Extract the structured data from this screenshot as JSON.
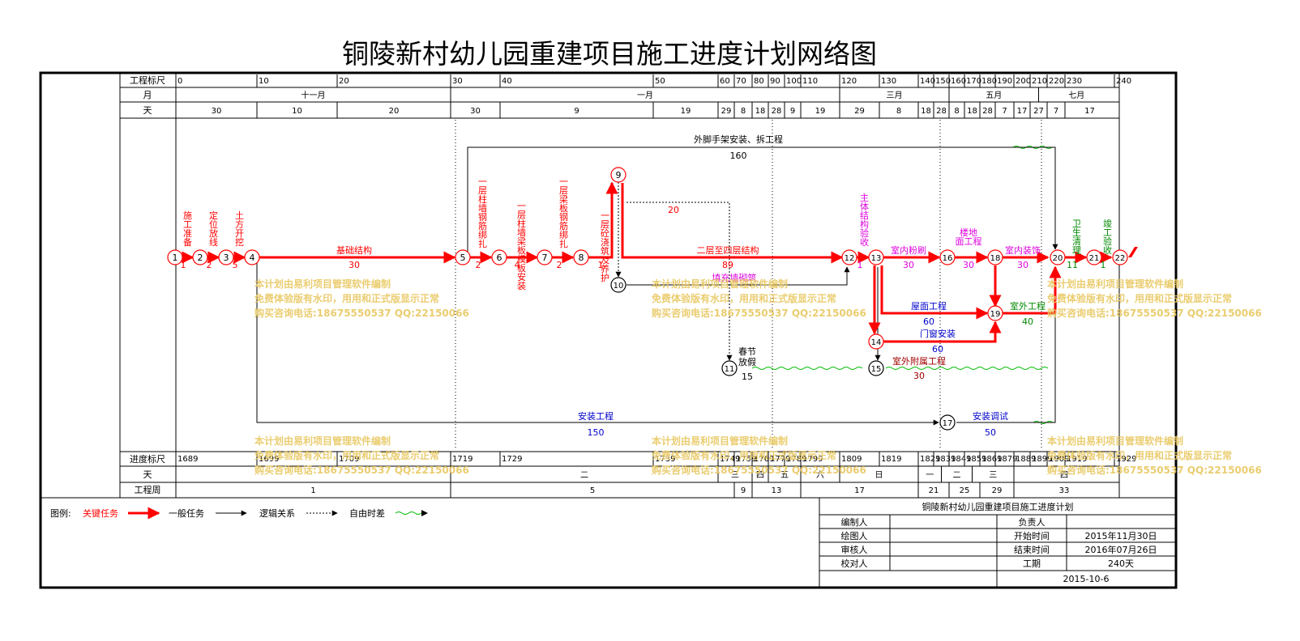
{
  "title": "铜陵新村幼儿园重建项目施工进度计划网络图",
  "row_labels": {
    "scale": "工程标尺",
    "month": "月",
    "day": "天",
    "progress": "进度标尺",
    "day2": "天",
    "week": "工程周"
  },
  "scale_ticks": [
    {
      "d": 0,
      "t": "0"
    },
    {
      "d": 10,
      "t": "10"
    },
    {
      "d": 20,
      "t": "20"
    },
    {
      "d": 30,
      "t": "30"
    },
    {
      "d": 40,
      "t": "40"
    },
    {
      "d": 50,
      "t": "50"
    },
    {
      "d": 60,
      "t": "60"
    },
    {
      "d": 70,
      "t": "70"
    },
    {
      "d": 80,
      "t": "80"
    },
    {
      "d": 90,
      "t": "90"
    },
    {
      "d": 100,
      "t": "100"
    },
    {
      "d": 110,
      "t": "110"
    },
    {
      "d": 120,
      "t": "120"
    },
    {
      "d": 130,
      "t": "130"
    },
    {
      "d": 140,
      "t": "140"
    },
    {
      "d": 150,
      "t": "150"
    },
    {
      "d": 160,
      "t": "160"
    },
    {
      "d": 170,
      "t": "170"
    },
    {
      "d": 180,
      "t": "180"
    },
    {
      "d": 190,
      "t": "190"
    },
    {
      "d": 200,
      "t": "200"
    },
    {
      "d": 210,
      "t": "210"
    },
    {
      "d": 220,
      "t": "220"
    },
    {
      "d": 230,
      "t": "230"
    },
    {
      "d": 240,
      "t": "240"
    }
  ],
  "months": [
    {
      "from": 0,
      "to": 30,
      "label": "十一月"
    },
    {
      "from": 30,
      "to": 120,
      "label": "一月"
    },
    {
      "from": 120,
      "to": 160,
      "label": "三月"
    },
    {
      "from": 160,
      "to": 215,
      "label": "五月"
    },
    {
      "from": 215,
      "to": 240,
      "label": "七月"
    }
  ],
  "days_row": [
    {
      "from": 0,
      "to": 10,
      "t": "30"
    },
    {
      "from": 10,
      "to": 20,
      "t": "10"
    },
    {
      "from": 20,
      "to": 30,
      "t": "20"
    },
    {
      "from": 30,
      "to": 40,
      "t": "30"
    },
    {
      "from": 40,
      "to": 50,
      "t": "9"
    },
    {
      "from": 50,
      "to": 60,
      "t": "19"
    },
    {
      "from": 60,
      "to": 70,
      "t": "29"
    },
    {
      "from": 70,
      "to": 80,
      "t": "8"
    },
    {
      "from": 80,
      "to": 90,
      "t": "18"
    },
    {
      "from": 90,
      "to": 100,
      "t": "28"
    },
    {
      "from": 100,
      "to": 110,
      "t": "9"
    },
    {
      "from": 110,
      "to": 120,
      "t": "19"
    },
    {
      "from": 120,
      "to": 130,
      "t": "29"
    },
    {
      "from": 130,
      "to": 140,
      "t": "8"
    },
    {
      "from": 140,
      "to": 150,
      "t": "18"
    },
    {
      "from": 150,
      "to": 160,
      "t": "28"
    },
    {
      "from": 160,
      "to": 170,
      "t": "8"
    },
    {
      "from": 170,
      "to": 180,
      "t": "18"
    },
    {
      "from": 180,
      "to": 190,
      "t": "28"
    },
    {
      "from": 190,
      "to": 200,
      "t": "7"
    },
    {
      "from": 200,
      "to": 210,
      "t": "17"
    },
    {
      "from": 210,
      "to": 220,
      "t": "27"
    },
    {
      "from": 220,
      "to": 230,
      "t": "7"
    },
    {
      "from": 230,
      "to": 240,
      "t": "17"
    }
  ],
  "progress_ticks": [
    {
      "d": 0,
      "t": "1689"
    },
    {
      "d": 10,
      "t": "1699"
    },
    {
      "d": 20,
      "t": "1709"
    },
    {
      "d": 30,
      "t": "1719"
    },
    {
      "d": 40,
      "t": "1729"
    },
    {
      "d": 50,
      "t": "1739"
    },
    {
      "d": 60,
      "t": "1749"
    },
    {
      "d": 70,
      "t": "1759"
    },
    {
      "d": 80,
      "t": "1769"
    },
    {
      "d": 90,
      "t": "1779"
    },
    {
      "d": 100,
      "t": "1789"
    },
    {
      "d": 110,
      "t": "1799"
    },
    {
      "d": 120,
      "t": "1809"
    },
    {
      "d": 130,
      "t": "1819"
    },
    {
      "d": 140,
      "t": "1829"
    },
    {
      "d": 150,
      "t": "1839"
    },
    {
      "d": 160,
      "t": "1849"
    },
    {
      "d": 170,
      "t": "1859"
    },
    {
      "d": 180,
      "t": "1869"
    },
    {
      "d": 190,
      "t": "1879"
    },
    {
      "d": 200,
      "t": "1889"
    },
    {
      "d": 210,
      "t": "1899"
    },
    {
      "d": 220,
      "t": "1909"
    },
    {
      "d": 230,
      "t": "1919"
    },
    {
      "d": 240,
      "t": "1929"
    }
  ],
  "weekday_row": [
    {
      "from": 0,
      "to": 30,
      "t": ""
    },
    {
      "from": 30,
      "to": 60,
      "t": "二"
    },
    {
      "from": 60,
      "to": 80,
      "t": "三"
    },
    {
      "from": 80,
      "to": 90,
      "t": "四"
    },
    {
      "from": 90,
      "to": 110,
      "t": "五"
    },
    {
      "from": 110,
      "to": 120,
      "t": "六"
    },
    {
      "from": 120,
      "to": 140,
      "t": "日"
    },
    {
      "from": 140,
      "to": 155,
      "t": "一"
    },
    {
      "from": 155,
      "to": 175,
      "t": "二"
    },
    {
      "from": 175,
      "to": 200,
      "t": "三"
    },
    {
      "from": 200,
      "to": 240,
      "t": "四"
    }
  ],
  "weeks_row": [
    {
      "from": 0,
      "to": 30,
      "t": "1"
    },
    {
      "from": 30,
      "to": 70,
      "t": "5"
    },
    {
      "from": 70,
      "to": 80,
      "t": "9"
    },
    {
      "from": 80,
      "to": 110,
      "t": "13"
    },
    {
      "from": 110,
      "to": 140,
      "t": "17"
    },
    {
      "from": 140,
      "to": 160,
      "t": "21"
    },
    {
      "from": 160,
      "to": 180,
      "t": "25"
    },
    {
      "from": 180,
      "to": 200,
      "t": "29"
    },
    {
      "from": 200,
      "to": 240,
      "t": "33"
    }
  ],
  "nodes": [
    {
      "id": "1",
      "t": "1"
    },
    {
      "id": "2",
      "t": "2"
    },
    {
      "id": "3",
      "t": "3"
    },
    {
      "id": "4",
      "t": "4"
    },
    {
      "id": "5",
      "t": "5"
    },
    {
      "id": "6",
      "t": "6"
    },
    {
      "id": "7",
      "t": "7"
    },
    {
      "id": "8",
      "t": "8"
    },
    {
      "id": "9",
      "t": "9"
    },
    {
      "id": "10",
      "t": "10"
    },
    {
      "id": "11",
      "t": "11"
    },
    {
      "id": "12",
      "t": "12"
    },
    {
      "id": "13",
      "t": "13"
    },
    {
      "id": "14",
      "t": "14"
    },
    {
      "id": "15",
      "t": "15"
    },
    {
      "id": "16",
      "t": "16"
    },
    {
      "id": "17",
      "t": "17"
    },
    {
      "id": "18",
      "t": "18"
    },
    {
      "id": "19",
      "t": "19"
    },
    {
      "id": "20",
      "t": "20"
    },
    {
      "id": "21",
      "t": "21"
    },
    {
      "id": "22",
      "t": "22"
    }
  ],
  "task_labels": {
    "t1": "施工准备",
    "t2": "定位放线",
    "t3": "土方开挖",
    "t4": "基础结构",
    "t5": "一层柱墙钢筋绑扎",
    "t6": "一层柱墙梁板模板安装",
    "t7": "一层梁板钢筋绑扎",
    "t8": "一层砼浇筑及养护",
    "t9": "二层至四层结构",
    "t10": "填充墙砌筑",
    "t11": "春节放假",
    "t12": "主体结构验收",
    "t13": "室内粉刷",
    "t14": "楼地面工程",
    "t15": "室内装饰",
    "t16": "屋面工程",
    "t17": "门窗安装",
    "t18": "室外工程",
    "t19": "卫生清理",
    "t20": "竣工验收",
    "t21": "外脚手架安装、拆工程",
    "t22": "安装工程",
    "t23": "安装调试",
    "t24": "室外附属工程"
  },
  "durations": {
    "d1": "1",
    "d2": "2",
    "d3": "5",
    "d4": "30",
    "d5": "2",
    "d6": "4",
    "d7": "2",
    "d8": "1",
    "d9": "89",
    "d10": "20",
    "d11": "15",
    "d12": "1",
    "d13": "30",
    "d14": "30",
    "d15": "30",
    "d16": "60",
    "d17": "60",
    "d18": "40",
    "d19": "11",
    "d20": "1",
    "d21": "160",
    "d22": "150",
    "d23": "50",
    "d24": "30"
  },
  "watermark": [
    "本计划由易利项目管理软件编制",
    "免费体验版有水印，用用和正式版显示正常",
    "购买咨询电话:18675550537 QQ:22150066"
  ],
  "legend": {
    "title": "图例:",
    "critical": "关键任务",
    "general": "一般任务",
    "logic": "逻辑关系",
    "free": "自由时差"
  },
  "info": {
    "header": "铜陵新村幼儿园重建项目施工进度计划",
    "editor": "编制人",
    "drawer": "绘图人",
    "reviewer": "审核人",
    "checker": "校对人",
    "owner": "负责人",
    "start_label": "开始时间",
    "start": "2015年11月30日",
    "end_label": "结束时间",
    "end": "2016年07月26日",
    "period_label": "工期",
    "period": "240天",
    "date": "2015-10-6"
  },
  "colors": {
    "critical": "#ff0000",
    "normal": "#000000",
    "magenta": "#dd00dd",
    "blue": "#0000cc",
    "green": "#008800",
    "free": "#00bb00",
    "watermark": "#e8c860"
  }
}
